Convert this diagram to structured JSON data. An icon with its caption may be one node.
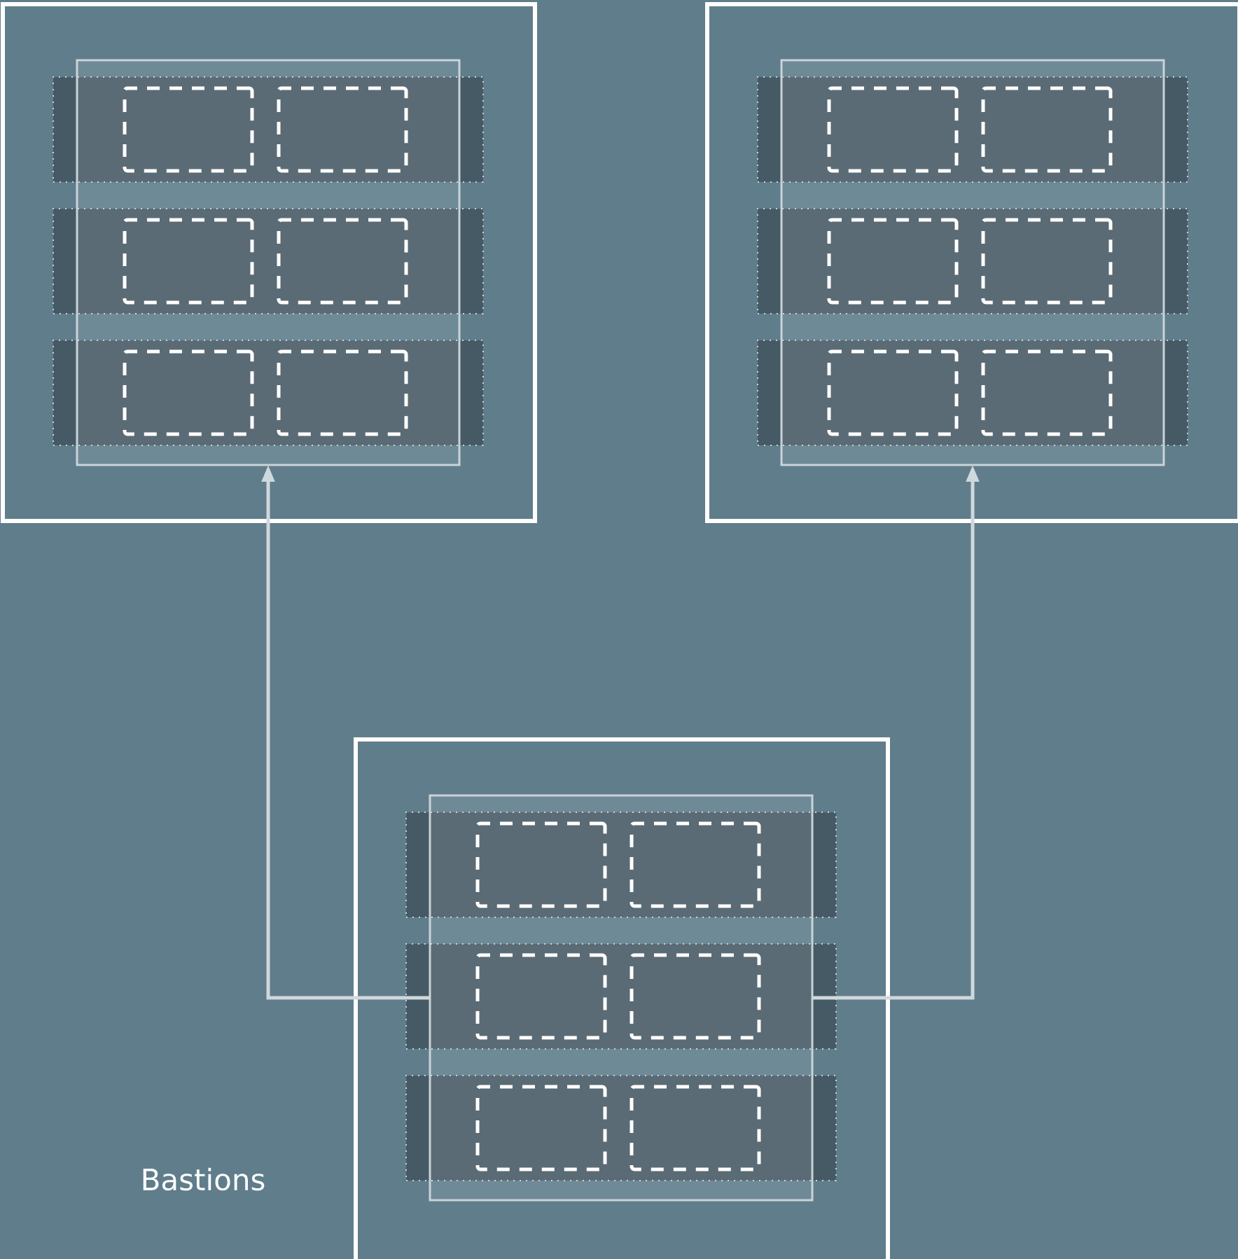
{
  "diagram": {
    "nodes": [
      {
        "text": [],
        "shape": "box"
      },
      {
        "text": [],
        "shape": "box",
        "in": 0
      },
      {
        "text": [],
        "shape": "bar",
        "in": 0
      },
      {
        "text": [],
        "shape": "box",
        "in": 2
      },
      {
        "text": [],
        "shape": "box",
        "in": 2
      },
      {
        "text": [],
        "shape": "bar",
        "in": 0
      },
      {
        "text": [],
        "shape": "box",
        "in": 5
      },
      {
        "text": [],
        "shape": "box",
        "in": 5
      },
      {
        "text": [],
        "shape": "bar",
        "in": 0
      },
      {
        "text": [],
        "shape": "box",
        "in": 8
      },
      {
        "text": [],
        "shape": "box",
        "in": 8
      },
      {
        "text": [],
        "shape": "box"
      },
      {
        "text": [],
        "shape": "box",
        "in": 11
      },
      {
        "text": [],
        "shape": "bar",
        "in": 11
      },
      {
        "text": [],
        "shape": "box",
        "in": 13
      },
      {
        "text": [],
        "shape": "box",
        "in": 13
      },
      {
        "text": [],
        "shape": "bar",
        "in": 11
      },
      {
        "text": [],
        "shape": "box",
        "in": 16
      },
      {
        "text": [],
        "shape": "box",
        "in": 16
      },
      {
        "text": [],
        "shape": "bar",
        "in": 11
      },
      {
        "text": [],
        "shape": "box",
        "in": 19
      },
      {
        "text": [],
        "shape": "box",
        "in": 19
      },
      {
        "text": [],
        "shape": "box"
      },
      {
        "text": [],
        "shape": "box",
        "in": 22
      },
      {
        "text": [],
        "shape": "bar",
        "in": 22
      },
      {
        "text": [],
        "shape": "box",
        "in": 24
      },
      {
        "text": [],
        "shape": "box",
        "in": 24
      },
      {
        "text": [],
        "shape": "bar",
        "in": 22
      },
      {
        "text": [],
        "shape": "box",
        "in": 27
      },
      {
        "text": [],
        "shape": "box",
        "in": 27
      },
      {
        "text": [],
        "shape": "bar",
        "in": 22
      },
      {
        "text": [],
        "shape": "box",
        "in": 30
      },
      {
        "text": [],
        "shape": "box",
        "in": 30
      }
    ],
    "edges": [
      {
        "from": 23,
        "to": 1,
        "arrow": "to"
      },
      {
        "from": 23,
        "to": 12,
        "arrow": "to"
      }
    ],
    "labels": [
      "Bastions"
    ]
  }
}
